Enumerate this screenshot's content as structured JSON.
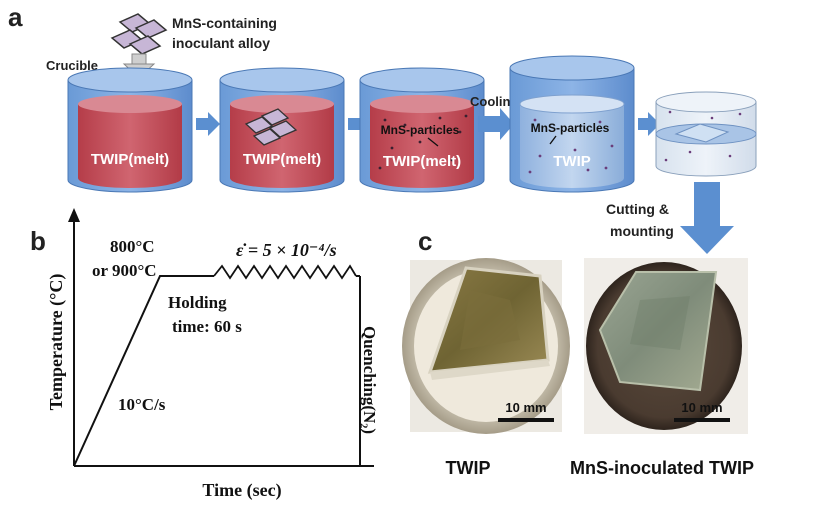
{
  "panel_a": {
    "label": "a",
    "inoculant_line1": "MnS-containing",
    "inoculant_line2": "inoculant alloy",
    "crucible_label": "Crucible",
    "melt_label_1": "TWIP(melt)",
    "melt_label_2": "TWIP(melt)",
    "melt_label_3": "TWIP(melt)",
    "particles_label_1": "MnS-particles",
    "cooling_label": "Cooling",
    "particles_label_2": "MnS-particles",
    "solid_label": "TWIP",
    "cutting_line1": "Cutting &",
    "cutting_line2": "mounting"
  },
  "panel_b": {
    "label": "b",
    "ylabel": "Temperature (°C)",
    "xlabel": "Time (sec)",
    "temp_line1": "800°C",
    "temp_line2": "or 900°C",
    "holding_line1": "Holding",
    "holding_line2": "time: 60 s",
    "rate_label": "10°C/s",
    "strain_rate_label": "ε̇ = 5 × 10⁻⁴/s",
    "quench_label": "Quenching(N₂)"
  },
  "panel_c": {
    "label": "c",
    "scale_1": "10 mm",
    "scale_2": "10 mm",
    "caption_1": "TWIP",
    "caption_2": "MnS-inoculated TWIP"
  },
  "colors": {
    "crucible_blue": "#5b8fd0",
    "melt_red": "#c14a55",
    "arrow_blue": "#5b8fd0",
    "solid_blue": "#a9c4e6"
  }
}
